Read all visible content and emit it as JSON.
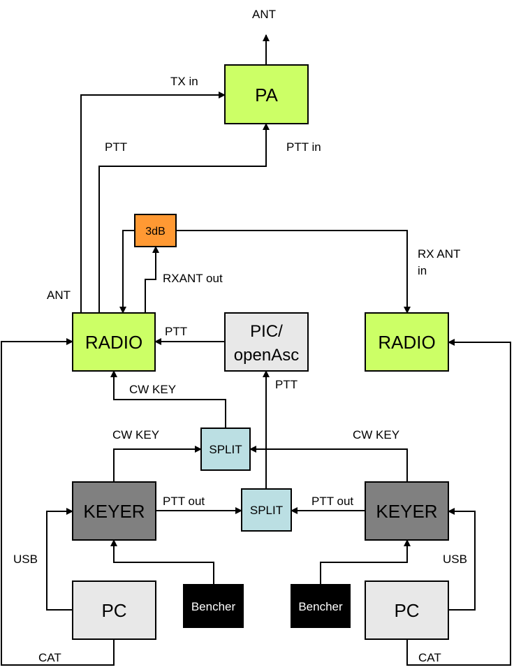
{
  "colors": {
    "radio": "#ccff66",
    "pa": "#ccff66",
    "attenuator": "#ff9933",
    "pic": "#e8e8e8",
    "split": "#bbdfe3",
    "keyer": "#808080",
    "pc": "#e8e8e8",
    "bencher": "#000000"
  },
  "blocks": {
    "pa": "PA",
    "attenuator": "3dB",
    "radio_left": "RADIO",
    "radio_right": "RADIO",
    "pic_line1": "PIC/",
    "pic_line2": "openAsc",
    "split_cw": "SPLIT",
    "split_ptt": "SPLIT",
    "keyer_left": "KEYER",
    "keyer_right": "KEYER",
    "pc_left": "PC",
    "pc_right": "PC",
    "bencher_left": "Bencher",
    "bencher_right": "Bencher"
  },
  "labels": {
    "ant_top": "ANT",
    "tx_in": "TX in",
    "ptt_left": "PTT",
    "ptt_in": "PTT in",
    "ant_radio": "ANT",
    "rxant_out": "RXANT out",
    "rx_ant_in_1": "RX ANT",
    "rx_ant_in_2": "in",
    "ptt_pic_radio": "PTT",
    "ptt_split_pic": "PTT",
    "cw_key_radio": "CW KEY",
    "cw_key_left": "CW KEY",
    "cw_key_right": "CW KEY",
    "ptt_out_left": "PTT out",
    "ptt_out_right": "PTT out",
    "usb_left": "USB",
    "usb_right": "USB",
    "cat_left": "CAT",
    "cat_right": "CAT"
  }
}
